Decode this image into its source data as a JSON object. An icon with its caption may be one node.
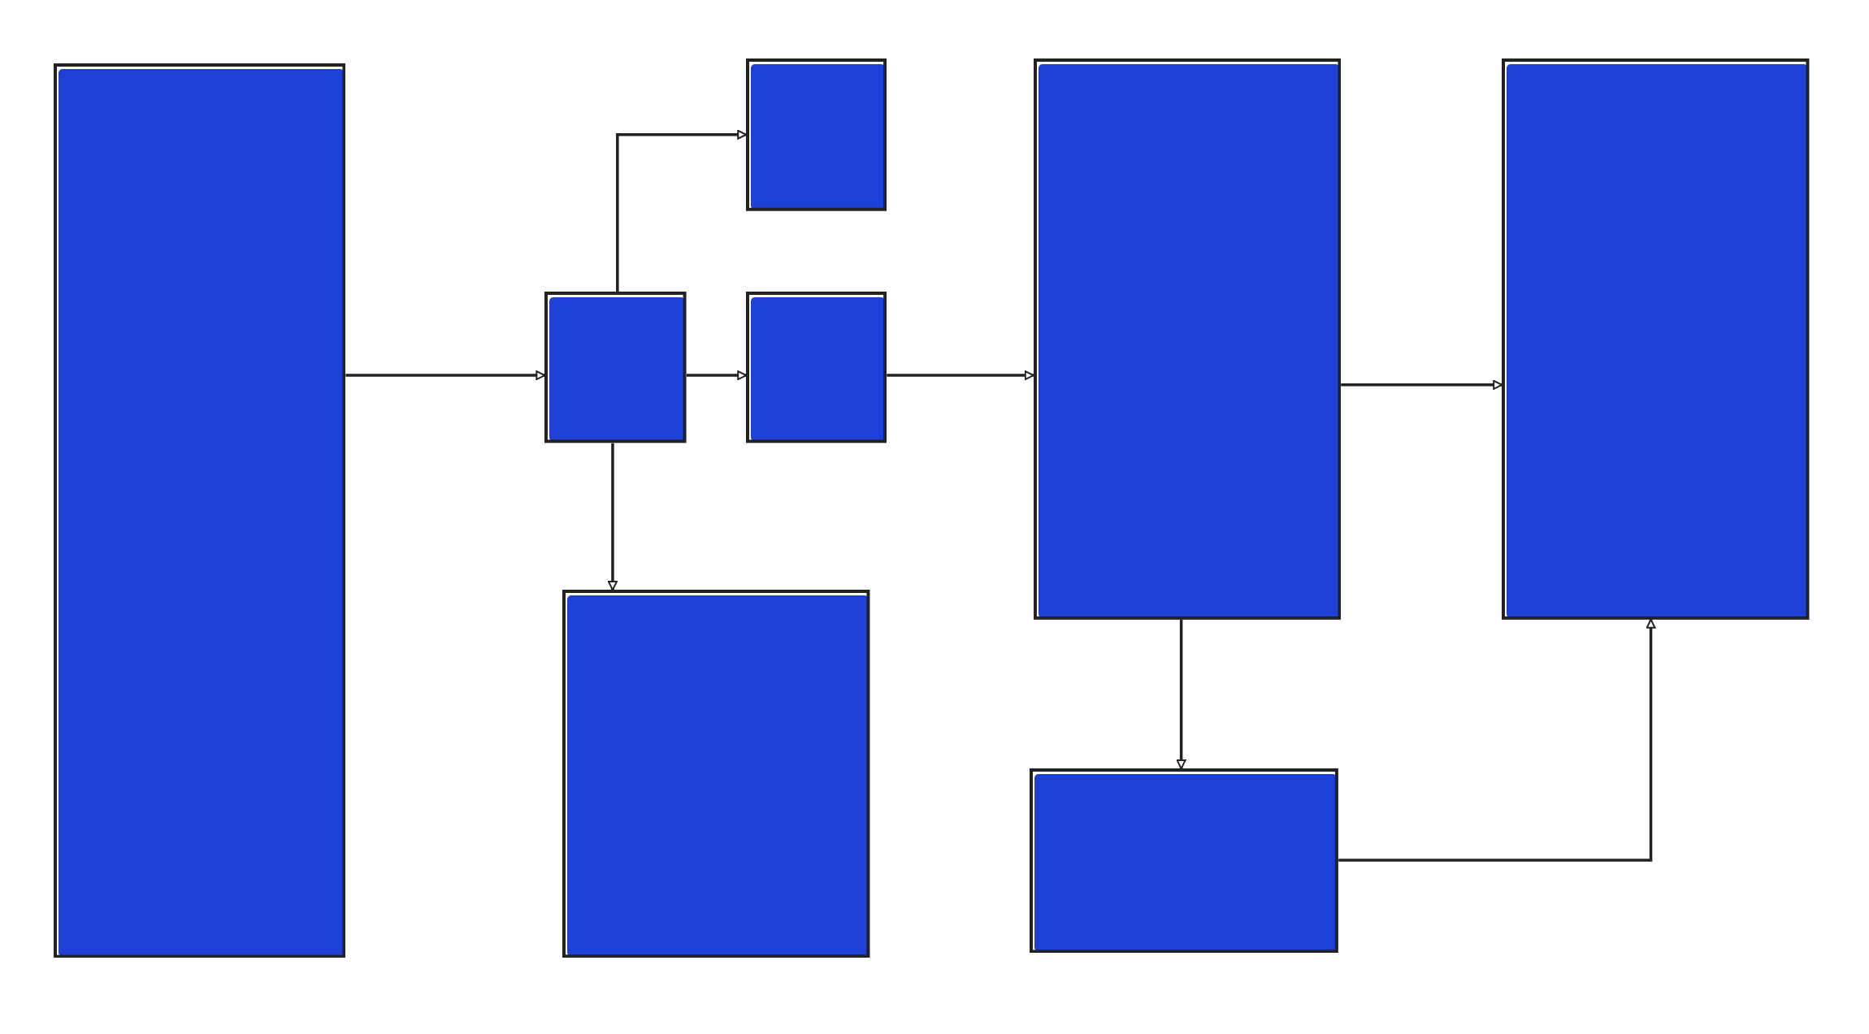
{
  "diagram": {
    "nodes": [
      {
        "text": [],
        "shape": "box"
      },
      {
        "text": [],
        "shape": "box"
      },
      {
        "text": [],
        "shape": "box"
      },
      {
        "text": [],
        "shape": "box"
      },
      {
        "text": [],
        "shape": "box"
      },
      {
        "text": [],
        "shape": "box"
      },
      {
        "text": [],
        "shape": "box"
      },
      {
        "text": [],
        "shape": "box"
      }
    ],
    "edges": [
      {
        "from": 0,
        "to": 1,
        "arrow": "to"
      },
      {
        "from": 1,
        "to": 2,
        "arrow": "to"
      },
      {
        "from": 1,
        "to": 3,
        "arrow": "to"
      },
      {
        "from": 1,
        "to": 4,
        "arrow": "to"
      },
      {
        "from": 3,
        "to": 5,
        "arrow": "to"
      },
      {
        "from": 5,
        "to": 6,
        "arrow": "to"
      },
      {
        "from": 5,
        "to": 7,
        "arrow": "to"
      },
      {
        "from": 7,
        "to": 6,
        "arrow": "to"
      }
    ]
  }
}
